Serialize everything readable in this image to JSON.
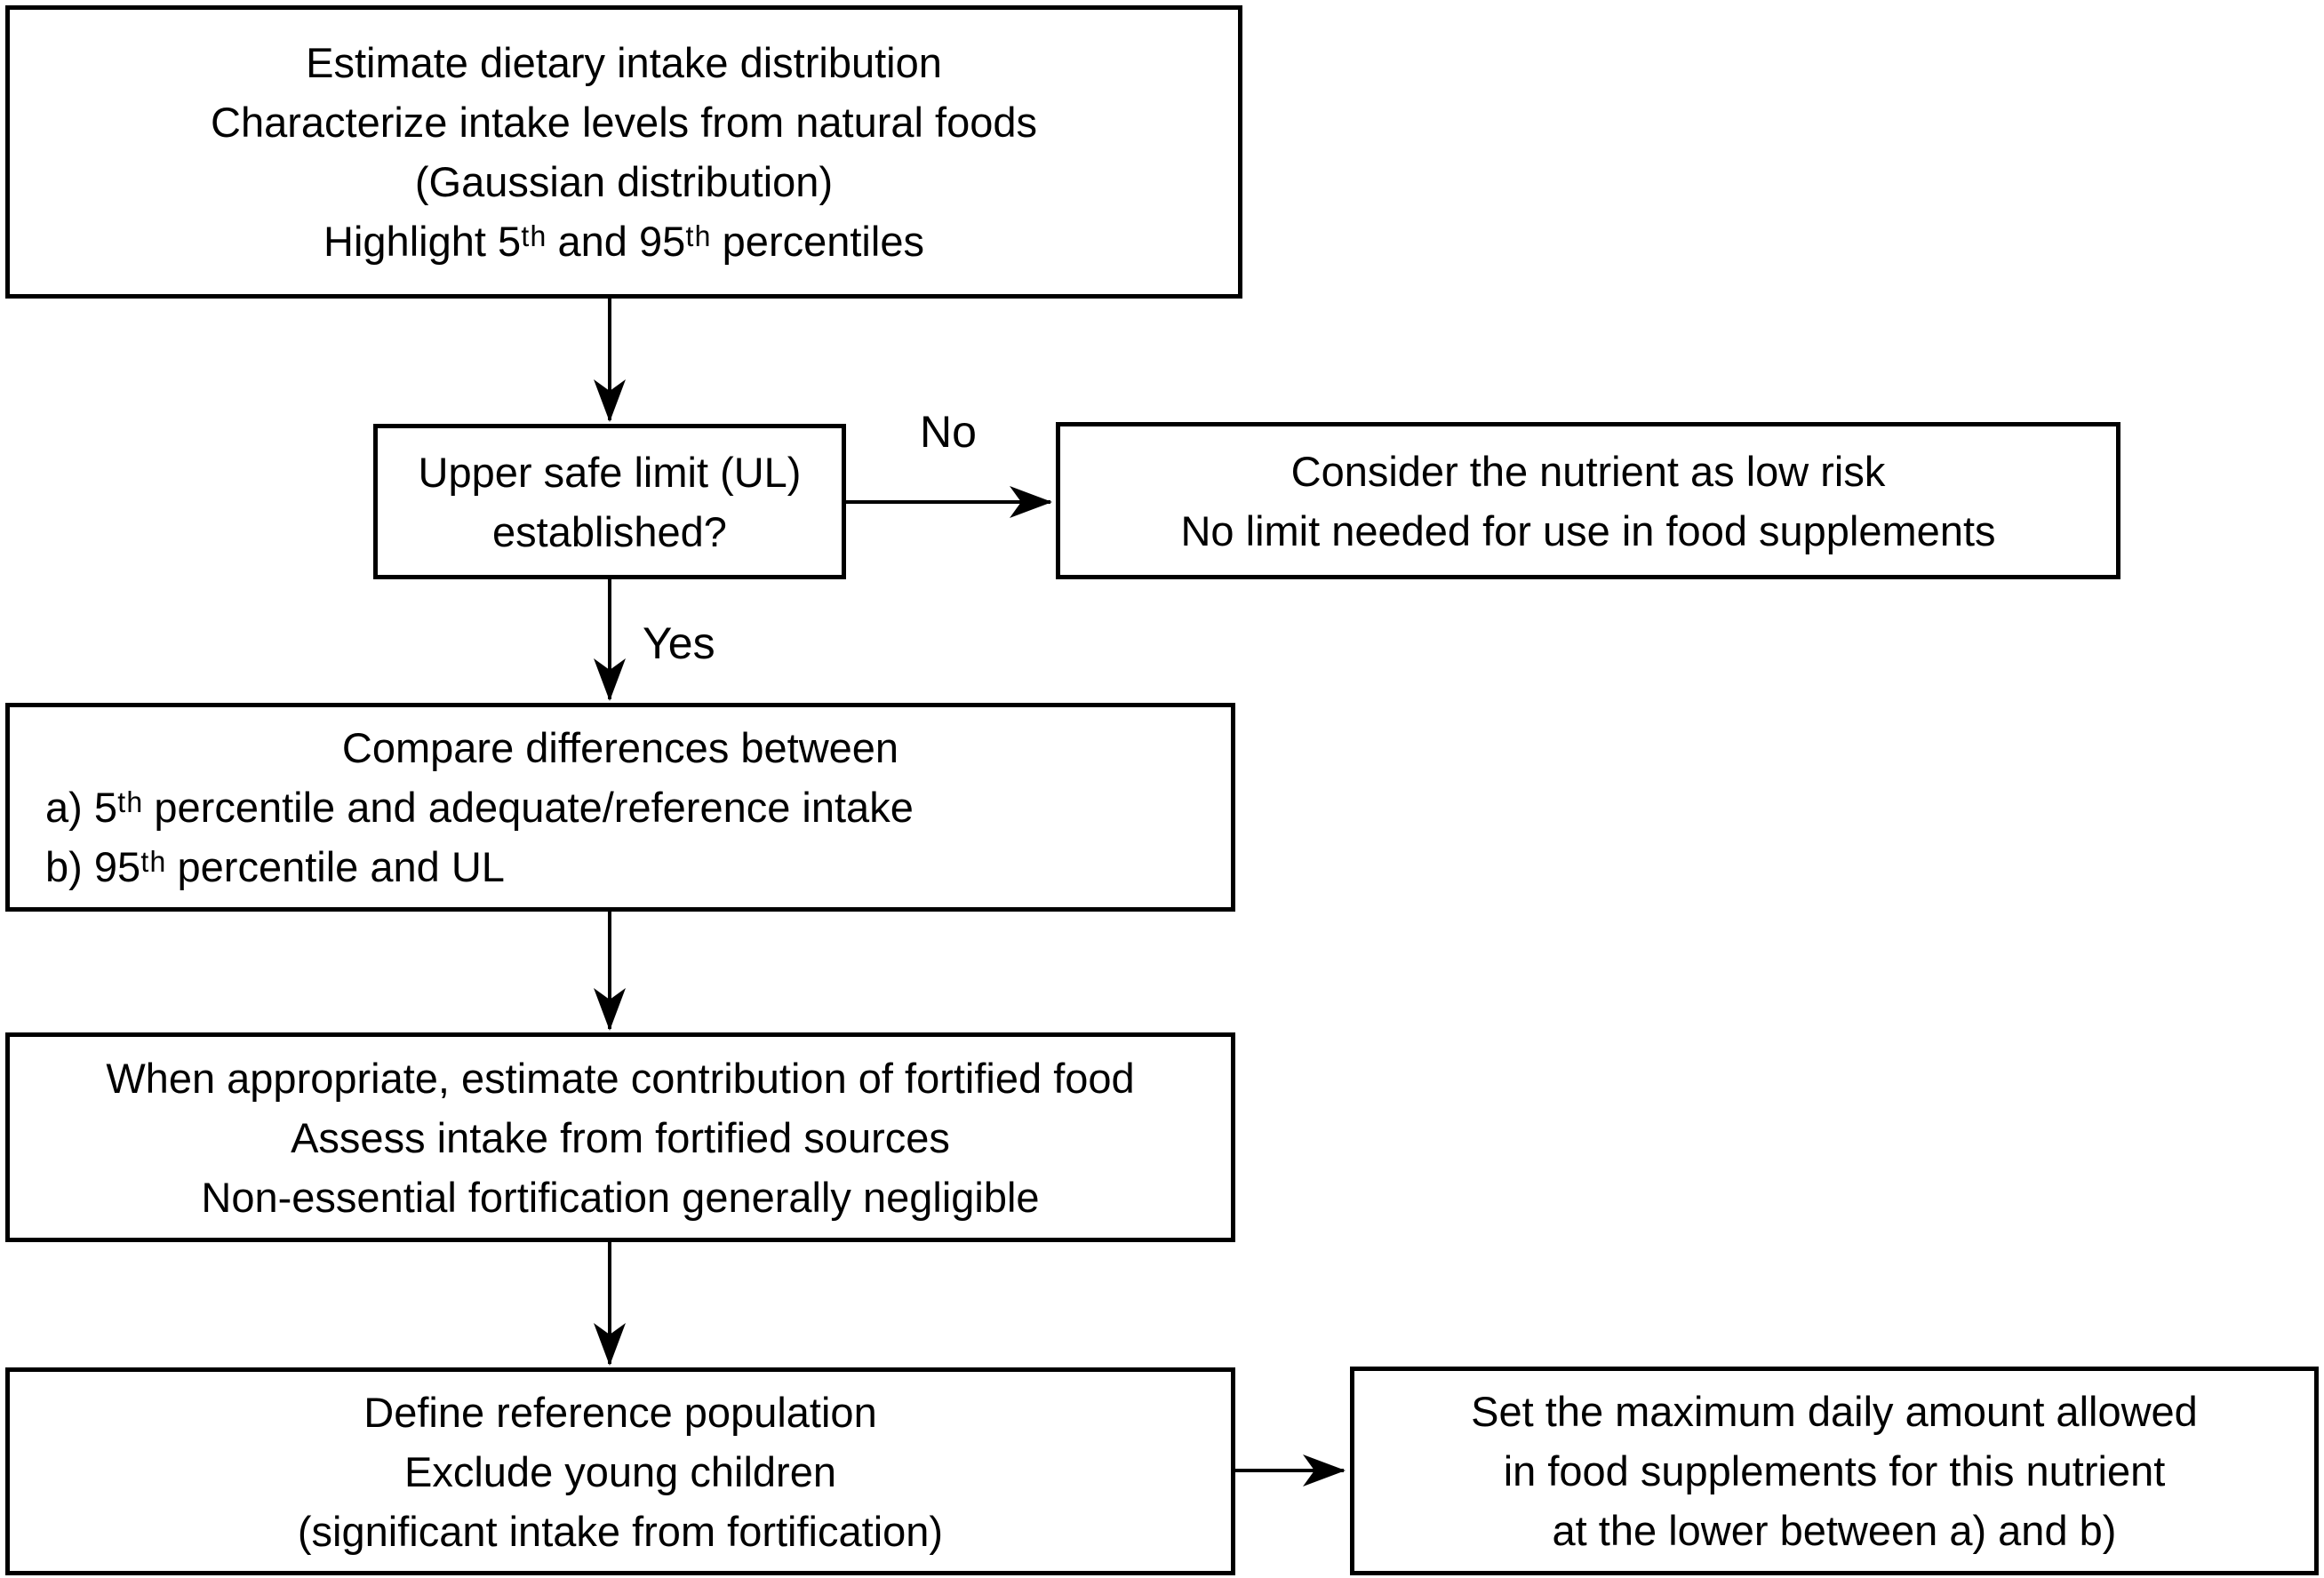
{
  "diagram": {
    "colors": {
      "ink": "#000000",
      "background": "#ffffff"
    },
    "nodes": {
      "intake_distribution": {
        "lines": [
          "Estimate dietary intake distribution",
          "Characterize intake levels from natural foods",
          "(Gaussian distribution)",
          "Highlight 5ᵗʰ and 95ᵗʰ percentiles"
        ]
      },
      "ul_question": {
        "lines": [
          "Upper safe limit (UL)",
          "established?"
        ]
      },
      "low_risk": {
        "lines": [
          "Consider the nutrient as low risk",
          "No limit needed for use in food supplements"
        ]
      },
      "compare": {
        "lines": [
          "Compare differences between",
          "a) 5ᵗʰ percentile and adequate/reference intake",
          "b) 95ᵗʰ percentile and UL"
        ]
      },
      "fortified": {
        "lines": [
          "When appropriate, estimate contribution of fortified food",
          "Assess intake from fortified sources",
          "Non-essential fortification generally negligible"
        ]
      },
      "reference_population": {
        "lines": [
          "Define reference population",
          "Exclude young children",
          "(significant intake from fortification)"
        ]
      },
      "set_maximum": {
        "lines": [
          "Set the maximum daily amount allowed",
          "in food supplements for this nutrient",
          "at the lower between a) and b)"
        ]
      }
    },
    "edge_labels": {
      "no": "No",
      "yes": "Yes"
    }
  }
}
